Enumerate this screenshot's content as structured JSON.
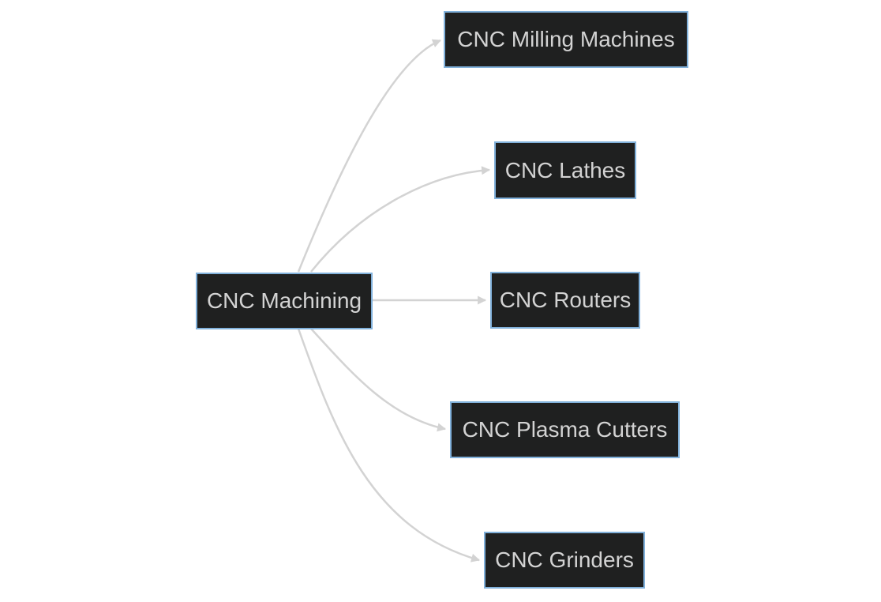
{
  "colors": {
    "background": "#ffffff",
    "node_fill": "#1f2020",
    "node_border": "#81b1db",
    "node_text": "#d3d3d3",
    "edge": "#d3d3d3"
  },
  "diagram": {
    "type": "flowchart",
    "direction": "left-to-right",
    "root": {
      "id": "machining",
      "label": "CNC Machining"
    },
    "children": [
      {
        "id": "milling",
        "label": "CNC Milling Machines"
      },
      {
        "id": "lathes",
        "label": "CNC Lathes"
      },
      {
        "id": "routers",
        "label": "CNC Routers"
      },
      {
        "id": "plasma",
        "label": "CNC Plasma Cutters"
      },
      {
        "id": "grinders",
        "label": "CNC Grinders"
      }
    ],
    "edges": [
      {
        "from": "machining",
        "to": "milling"
      },
      {
        "from": "machining",
        "to": "lathes"
      },
      {
        "from": "machining",
        "to": "routers"
      },
      {
        "from": "machining",
        "to": "plasma"
      },
      {
        "from": "machining",
        "to": "grinders"
      }
    ]
  }
}
